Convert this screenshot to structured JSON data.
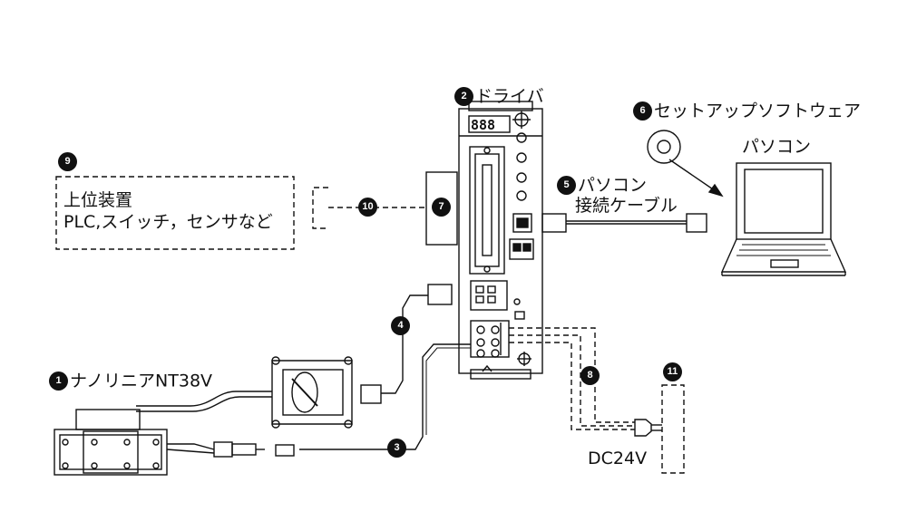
{
  "labels": {
    "linear_motor": "ナノリニアNT38V",
    "driver": "ドライバ",
    "cable_4": "",
    "cable_5_line1": "パソコン",
    "cable_5_line2": "接続ケーブル",
    "setup_software": "セットアップソフトウェア",
    "pc": "パソコン",
    "host_line1": "上位装置",
    "host_line2": "PLC,スイッチ，センサなど",
    "power": "DC24V"
  },
  "badges": {
    "b1": "1",
    "b2": "2",
    "b3": "3",
    "b4": "4",
    "b5": "5",
    "b6": "6",
    "b7": "7",
    "b8": "8",
    "b9": "9",
    "b10": "10",
    "b11": "11"
  }
}
